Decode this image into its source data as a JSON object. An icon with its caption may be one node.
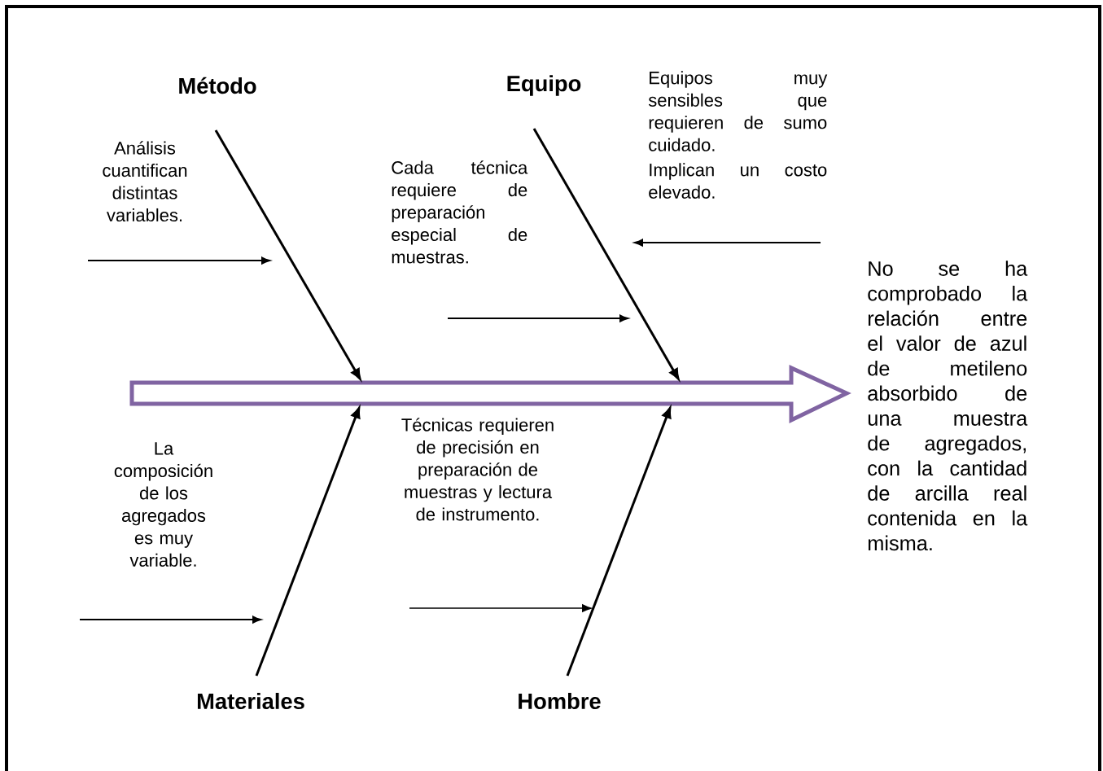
{
  "diagram": {
    "nodes": [
      {
        "text": [],
        "shape": "arrow"
      },
      {
        "text": [
          "Método"
        ]
      },
      {
        "text": [
          "Equipo"
        ]
      },
      {
        "text": [
          "Materiales"
        ]
      },
      {
        "text": [
          "Hombre"
        ]
      },
      {
        "text": [
          "No se ha comprobado la relación entre el valor de azul de metileno absorbido de una muestra de agregados, con la cantidad de arcilla real contenida en la misma."
        ]
      }
    ],
    "edges": [
      {
        "from": 1,
        "to": 0,
        "arrow": "to"
      },
      {
        "from": 2,
        "to": 0,
        "arrow": "to"
      },
      {
        "from": 3,
        "to": 0,
        "arrow": "to"
      },
      {
        "from": 4,
        "to": 0,
        "arrow": "to"
      }
    ],
    "labels": [
      "Análisis cuantifican distintas variables.",
      "Cada técnica requiere de preparación especial de muestras.",
      "Equipos muy sensibles que requieren de sumo cuidado.",
      "Implican un costo elevado.",
      "La composición de los agregados es muy variable.",
      "Técnicas requieren de precisión en preparación de muestras y lectura de instrumento."
    ]
  }
}
